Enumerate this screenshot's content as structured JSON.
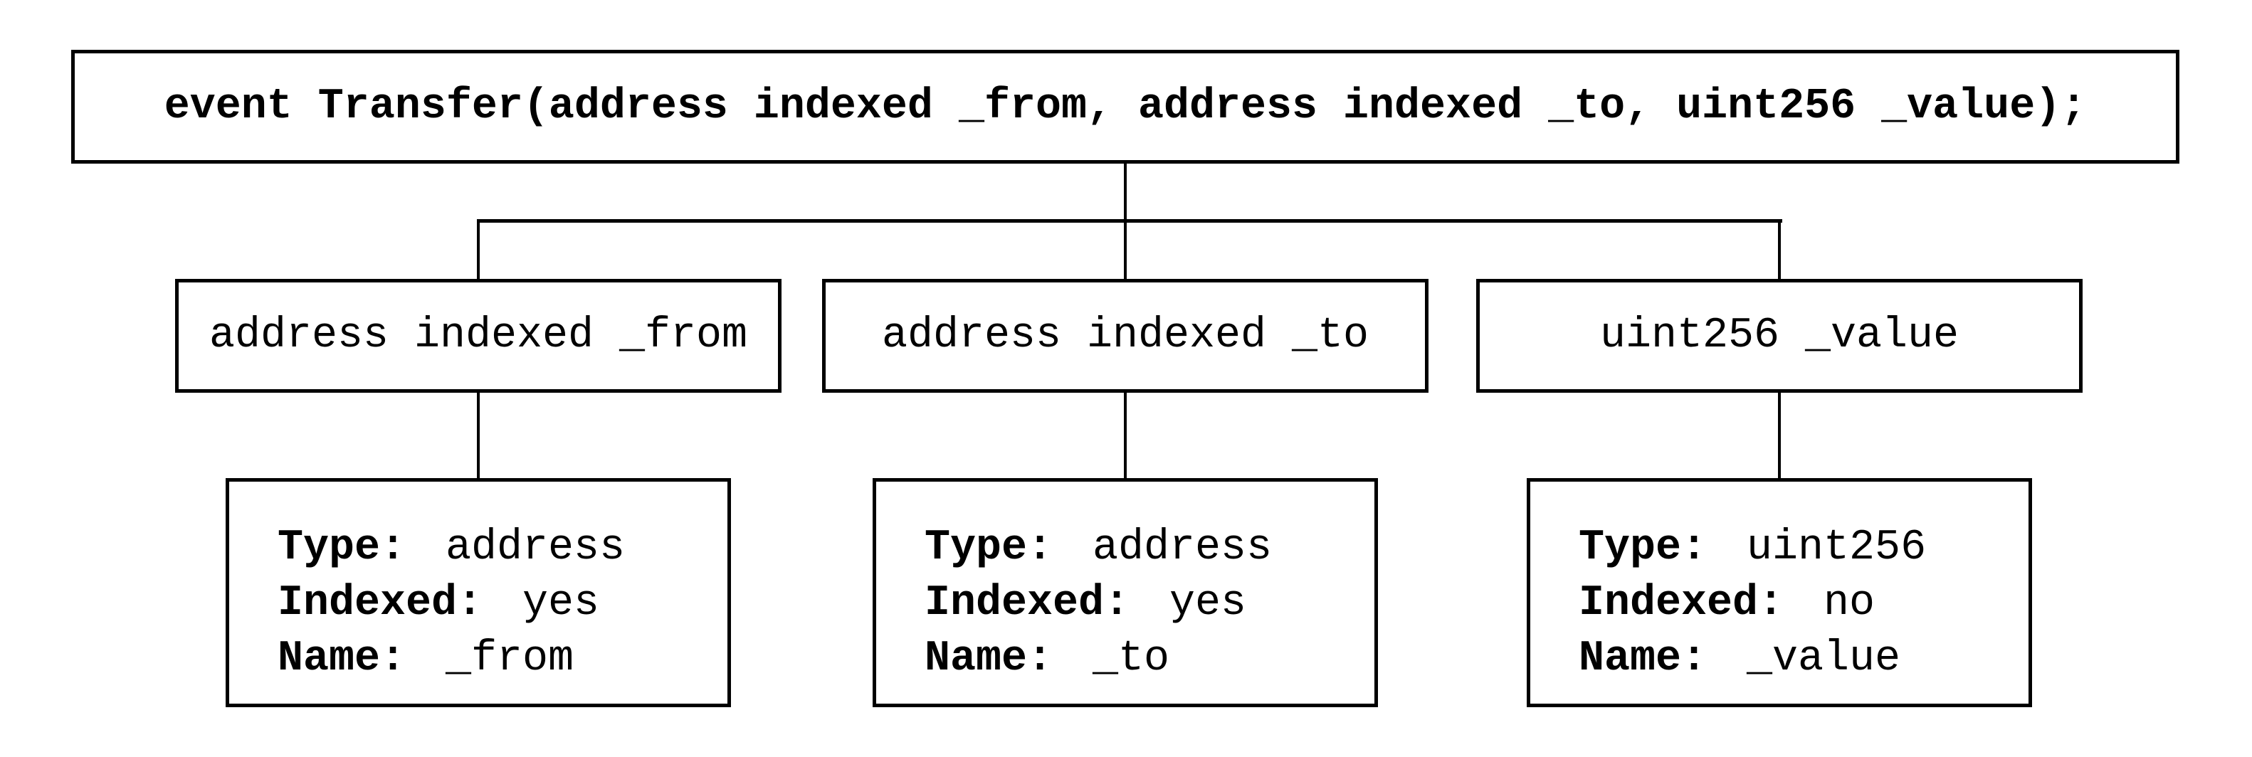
{
  "colors": {
    "background": "#ffffff",
    "line": "#000000"
  },
  "event_declaration": {
    "text": "event Transfer(address indexed _from, address indexed _to, uint256 _value);"
  },
  "parameters": [
    {
      "signature": "address indexed _from",
      "details": [
        {
          "label": "Type:",
          "value": "address"
        },
        {
          "label": "Indexed:",
          "value": "yes"
        },
        {
          "label": "Name:",
          "value": "_from"
        }
      ]
    },
    {
      "signature": "address indexed _to",
      "details": [
        {
          "label": "Type:",
          "value": "address"
        },
        {
          "label": "Indexed:",
          "value": "yes"
        },
        {
          "label": "Name:",
          "value": "_to"
        }
      ]
    },
    {
      "signature": "uint256 _value",
      "details": [
        {
          "label": "Type:",
          "value": "uint256"
        },
        {
          "label": "Indexed:",
          "value": "no"
        },
        {
          "label": "Name:",
          "value": "_value"
        }
      ]
    }
  ]
}
